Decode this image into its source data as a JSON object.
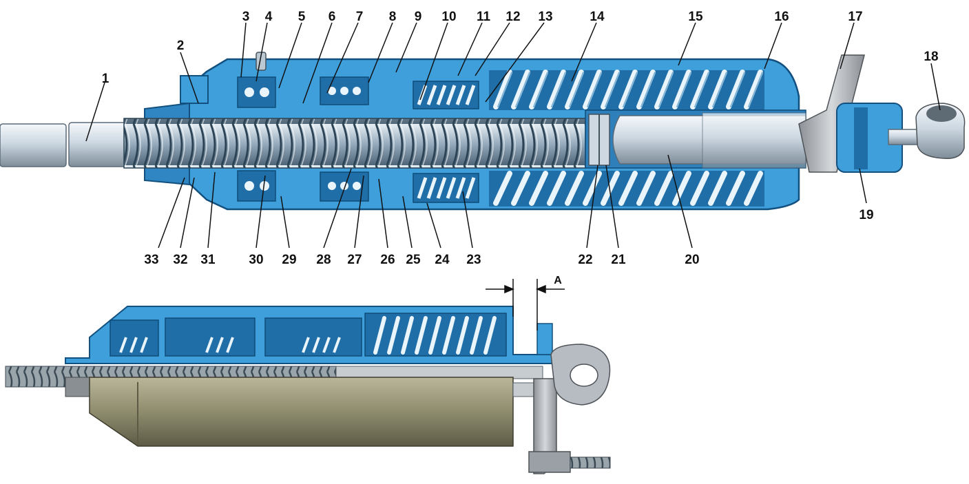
{
  "callouts": {
    "n1": "1",
    "n2": "2",
    "n3": "3",
    "n4": "4",
    "n5": "5",
    "n6": "6",
    "n7": "7",
    "n8": "8",
    "n9": "9",
    "n10": "10",
    "n11": "11",
    "n12": "12",
    "n13": "13",
    "n14": "14",
    "n15": "15",
    "n16": "16",
    "n17": "17",
    "n18": "18",
    "n19": "19",
    "n20": "20",
    "n21": "21",
    "n22": "22",
    "n23": "23",
    "n24": "24",
    "n25": "25",
    "n26": "26",
    "n27": "27",
    "n28": "28",
    "n29": "29",
    "n30": "30",
    "n31": "31",
    "n32": "32",
    "n33": "33"
  },
  "dimension": {
    "label": "A"
  },
  "colors": {
    "housing_blue": "#3f9fdb",
    "housing_dark": "#1d6fae",
    "spring_white": "#eaf4fb",
    "shaft_silver": "#cdd8e2",
    "rod_grey": "#b9c4cc",
    "cylinder_olive": "#8f8c6e",
    "bracket_grey": "#a9acb0"
  }
}
